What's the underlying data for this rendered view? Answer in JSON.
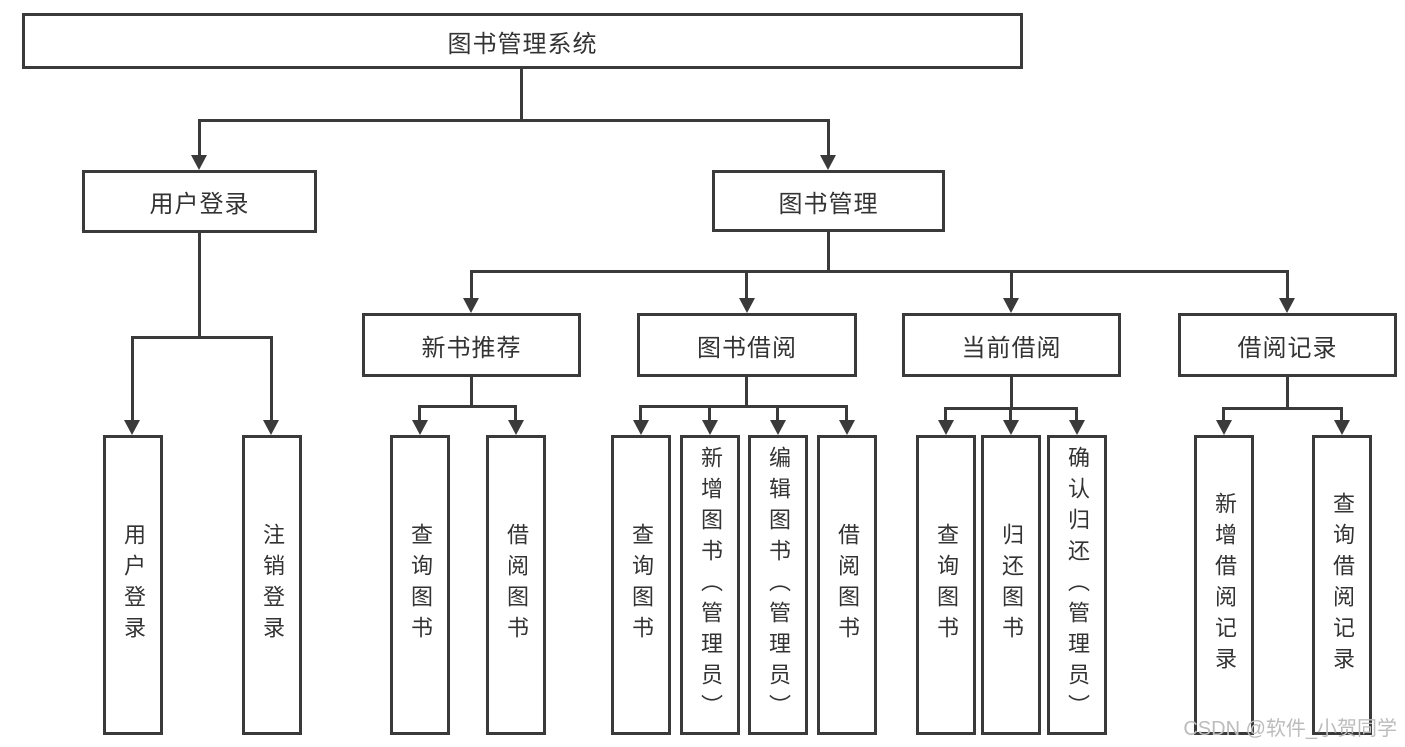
{
  "colors": {
    "line": "#3a3a3a",
    "text": "#333333",
    "watermark": "#bcbcbc",
    "bg": "#ffffff"
  },
  "tree": {
    "label": "图书管理系统",
    "children": [
      {
        "label": "用户登录",
        "children": [
          {
            "label": "用户登录"
          },
          {
            "label": "注销登录"
          }
        ]
      },
      {
        "label": "图书管理",
        "children": [
          {
            "label": "新书推荐",
            "children": [
              {
                "label": "查询图书"
              },
              {
                "label": "借阅图书"
              }
            ]
          },
          {
            "label": "图书借阅",
            "children": [
              {
                "label": "查询图书"
              },
              {
                "label": "新增图书（管理员）"
              },
              {
                "label": "编辑图书（管理员）"
              },
              {
                "label": "借阅图书"
              }
            ]
          },
          {
            "label": "当前借阅",
            "children": [
              {
                "label": "查询图书"
              },
              {
                "label": "归还图书"
              },
              {
                "label": "确认归还（管理员）"
              }
            ]
          },
          {
            "label": "借阅记录",
            "children": [
              {
                "label": "新增借阅记录"
              },
              {
                "label": "查询借阅记录"
              }
            ]
          }
        ]
      }
    ]
  },
  "watermark": {
    "text": "CSDN @软件_小贺同学"
  }
}
